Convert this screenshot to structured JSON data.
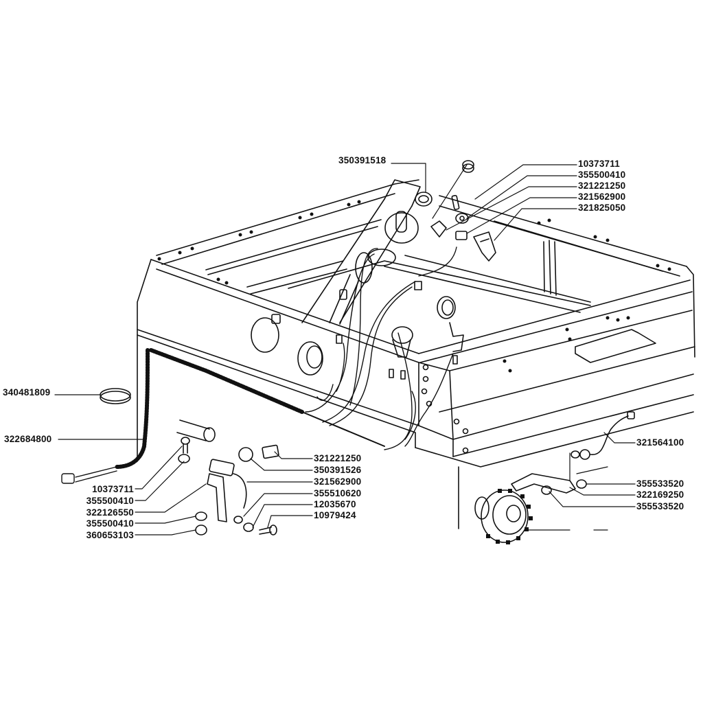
{
  "diagram": {
    "type": "exploded-parts-diagram",
    "subject": "cab frame electrical wiring harness, lamps and steering column"
  },
  "labels": {
    "steering_top_ring": "350391518",
    "right_1": "10373711",
    "right_2": "355500410",
    "right_3": "321221250",
    "right_4": "321562900",
    "right_5": "321825050",
    "hose_clamp": "340481809",
    "harness_sleeve": "322684800",
    "left_1": "10373711",
    "left_2": "355500410",
    "left_3": "322126550",
    "left_4": "355500410",
    "left_5": "360653103",
    "mid_1": "321221250",
    "mid_2": "350391526",
    "mid_3": "321562900",
    "mid_4": "355510620",
    "mid_5": "12035670",
    "mid_6": "10979424",
    "sensor_lead": "321564100",
    "washer_a": "355533520",
    "bracket": "322169250",
    "washer_b": "355533520"
  },
  "colors": {
    "ink": "#111111",
    "paper": "#ffffff"
  }
}
